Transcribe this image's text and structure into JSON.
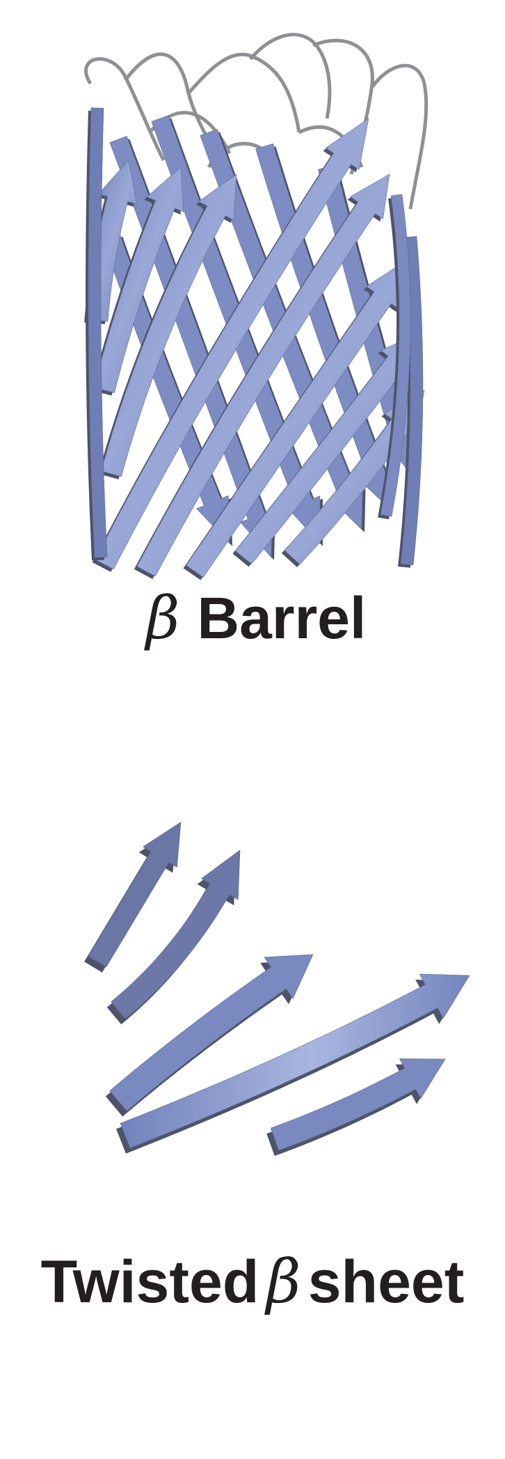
{
  "colors": {
    "strand_face": "#7a8ac0",
    "strand_light": "#a9b6e0",
    "strand_edge": "#4d5469",
    "loop": "#8f9094",
    "text": "#231f20"
  },
  "panels": [
    {
      "caption": {
        "symbol": "β",
        "text": "Barrel"
      }
    },
    {
      "caption": {
        "before": "Twisted",
        "symbol": "β",
        "after": "sheet"
      }
    }
  ]
}
